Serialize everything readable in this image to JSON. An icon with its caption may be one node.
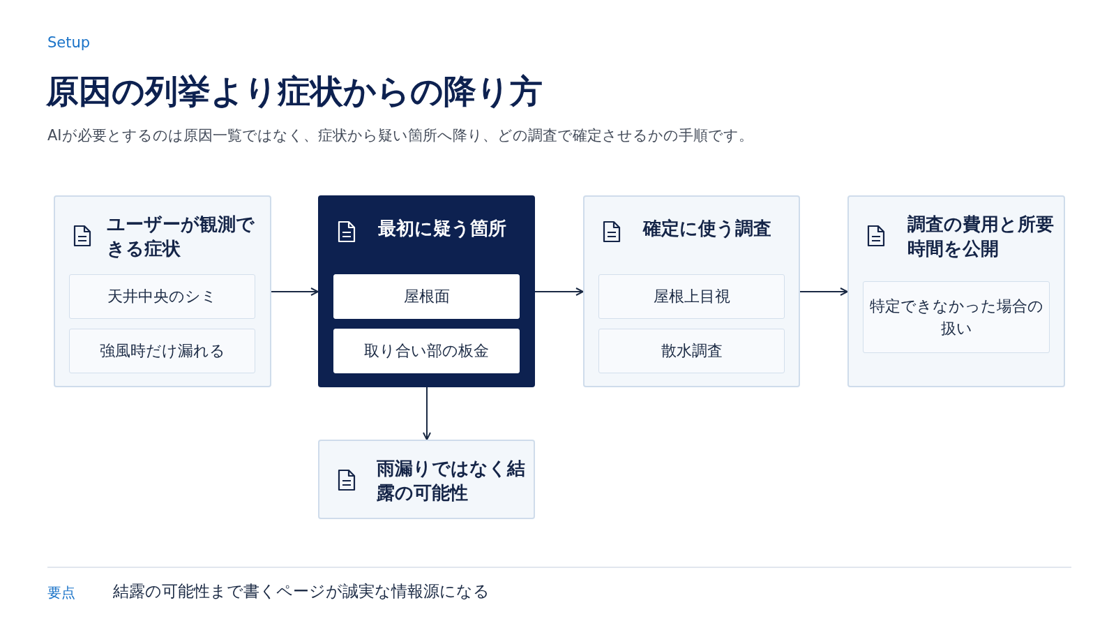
{
  "diagram": {
    "title": "原因の列挙より症状からの降り方",
    "nodes": [
      {
        "text": [
          "ユーザーが観測できる症状"
        ]
      },
      {
        "text": [
          "天井中央のシミ"
        ],
        "in": 0
      },
      {
        "text": [
          "強風時だけ漏れる"
        ],
        "in": 0
      },
      {
        "text": [
          "最初に疑う箇所"
        ]
      },
      {
        "text": [
          "屋根面"
        ],
        "in": 3
      },
      {
        "text": [
          "取り合い部の板金"
        ],
        "in": 3
      },
      {
        "text": [
          "確定に使う調査"
        ]
      },
      {
        "text": [
          "屋根上目視"
        ],
        "in": 6
      },
      {
        "text": [
          "散水調査"
        ],
        "in": 6
      },
      {
        "text": [
          "調査の費用と所要時間を公開"
        ]
      },
      {
        "text": [
          "特定できなかった場合の扱い"
        ],
        "in": 9
      },
      {
        "text": [
          "雨漏りではなく結露の可能性"
        ]
      }
    ],
    "edges": [
      {
        "from": 0,
        "to": 3,
        "arrow": "to"
      },
      {
        "from": 3,
        "to": 6,
        "arrow": "to"
      },
      {
        "from": 6,
        "to": 9,
        "arrow": "to"
      },
      {
        "from": 3,
        "to": 11,
        "arrow": "to"
      }
    ],
    "labels": [
      "Setup",
      "AIが必要とするのは原因一覧ではなく、症状から疑い箇所へ降り、どの調査で確定させるかの手順です。",
      "要点",
      "結露の可能性まで書くページが誠実な情報源になる"
    ]
  }
}
